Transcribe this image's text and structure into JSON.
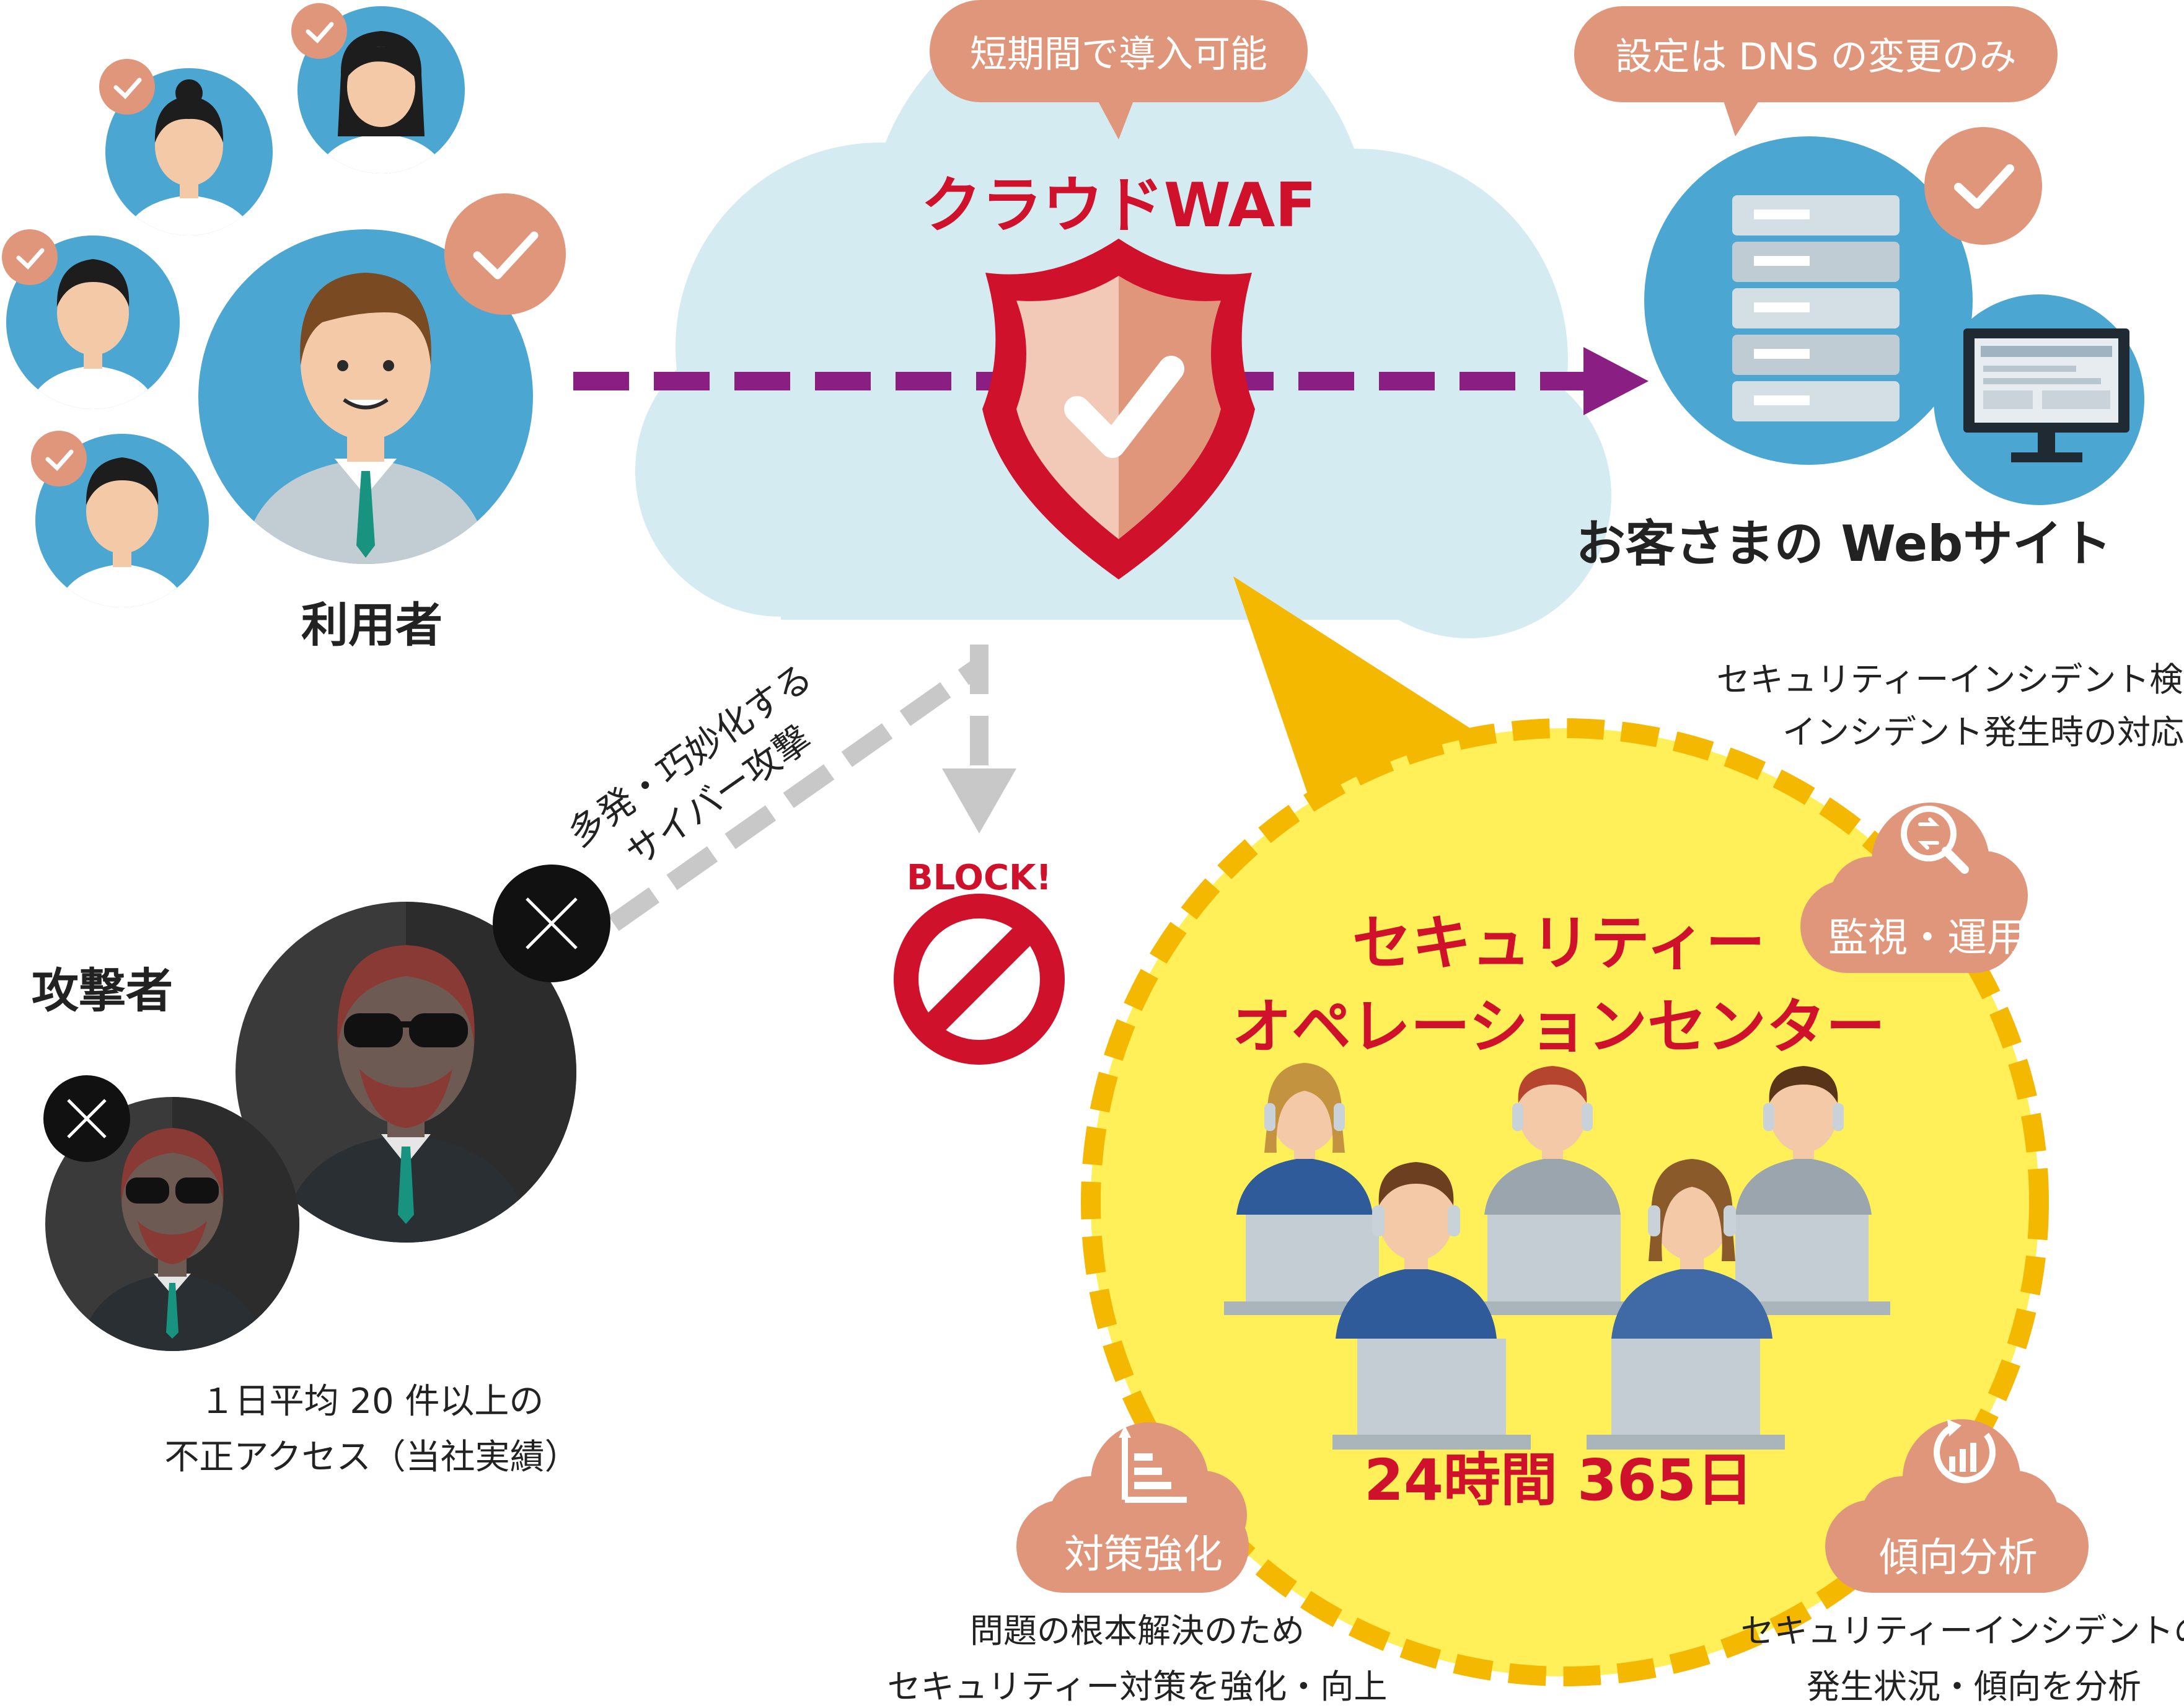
{
  "cloud": {
    "title": "クラウドWAF",
    "bubble_left": "短期間で導入可能",
    "bubble_right": "設定は DNS の変更のみ"
  },
  "users": {
    "label": "利用者"
  },
  "website": {
    "label": "お客さまの Webサイト"
  },
  "attackers": {
    "label": "攻撃者",
    "attack_text": [
      "多発・巧妙化する",
      "サイバー攻撃"
    ],
    "stats": [
      "１日平均 20 件以上の",
      "不正アクセス（当社実績）"
    ]
  },
  "block": {
    "label": "BLOCK!"
  },
  "soc": {
    "title": [
      "セキュリティー",
      "オペレーションセンター"
    ],
    "hours": "24時間 365日"
  },
  "features": {
    "monitoring": {
      "label": "監視・運用",
      "desc": [
        "セキュリティーインシデント検知・",
        "インシデント発生時の対応"
      ]
    },
    "countermeasure": {
      "label": "対策強化",
      "desc": [
        "問題の根本解決のため",
        "セキュリティー対策を強化・向上"
      ]
    },
    "analysis": {
      "label": "傾向分析",
      "desc": [
        "セキュリティーインシデントの",
        "発生状況・傾向を分析"
      ]
    }
  },
  "colors": {
    "accent_red": "#d0112b",
    "salmon": "#e0967a",
    "cloud_blue": "#d3ebf1",
    "circle_blue": "#4ba7d2",
    "purple": "#8a1e82",
    "yellow": "#fff05a",
    "yellow_border": "#f5b800",
    "gray_arrow": "#c8c8c8"
  }
}
